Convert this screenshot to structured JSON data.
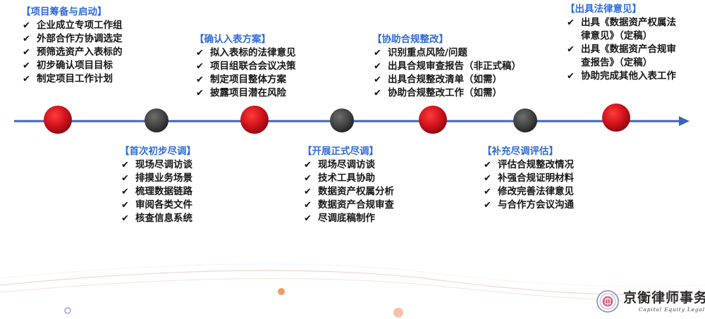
{
  "phases": [
    {
      "title": "【项目筹备与启动】",
      "items": [
        "企业成立专项工作组",
        "外部合作方协调选定",
        "预筛选资产入表标的",
        "初步确认项目目标",
        "制定项目工作计划"
      ]
    },
    {
      "title": "【首次初步尽调】",
      "items": [
        "现场尽调访谈",
        "排摸业务场景",
        "梳理数据链路",
        "审阅各类文件",
        "核查信息系统"
      ]
    },
    {
      "title": "【确认入表方案】",
      "items": [
        "拟入表标的法律意见",
        "项目组联合会议决策",
        "制定项目整体方案",
        "披露项目潜在风险"
      ]
    },
    {
      "title": "【开展正式尽调】",
      "items": [
        "现场尽调访谈",
        "技术工具协助",
        "数据资产权属分析",
        "数据资产合规审查",
        "尽调底稿制作"
      ]
    },
    {
      "title": "【协助合规整改】",
      "items": [
        "识别重点风险/问题",
        "出具合规审查报告（非正式稿）",
        "出具合规整改清单（如需）",
        "协助合规整改工作（如需）"
      ]
    },
    {
      "title": "【补充尽调评估】",
      "items": [
        "评估合规整改情况",
        "补强合规证明材料",
        "修改完善法律意见",
        "与合作方会议沟通"
      ]
    },
    {
      "title": "【出具法律意见】",
      "items": [
        [
          "出具《数据资产权属法",
          "律意见》（定稿）"
        ],
        [
          "出具《数据资产合规审",
          "查报告》（定稿）"
        ],
        "协助完成其他入表工作"
      ]
    }
  ],
  "logo": {
    "name_cn": "京衡律师事务所",
    "name_en": "Capital Equity Legal Group"
  },
  "colors": {
    "title_blue": "#2f6bd8",
    "milestone_red": "#d0121b",
    "milestone_gray": "#444444",
    "timeline_blue": "#3f62b8"
  }
}
